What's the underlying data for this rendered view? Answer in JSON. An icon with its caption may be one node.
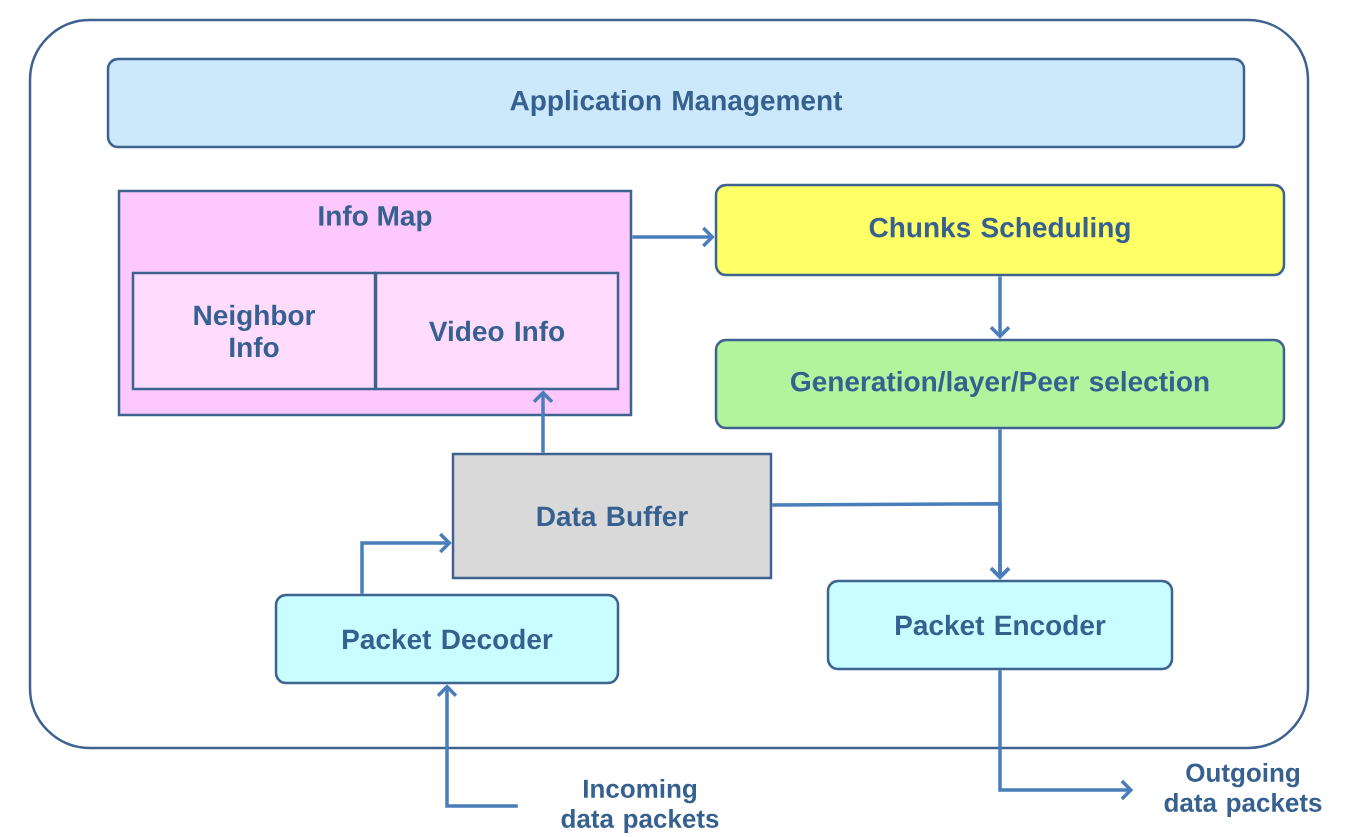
{
  "diagram": {
    "nodes": [
      {
        "text": [],
        "shape": "box"
      },
      {
        "text": [
          "Application Management"
        ],
        "in": 0
      },
      {
        "text": [
          "Info Map"
        ],
        "in": 0
      },
      {
        "text": [
          "Neighbor Info"
        ],
        "in": 2
      },
      {
        "text": [
          "Video Info"
        ],
        "in": 2
      },
      {
        "text": [
          "Chunks Scheduling"
        ],
        "in": 0
      },
      {
        "text": [
          "Generation/layer/Peer selection"
        ],
        "in": 0
      },
      {
        "text": [
          "Data Buffer"
        ],
        "in": 0
      },
      {
        "text": [
          "Packet Decoder"
        ],
        "in": 0
      },
      {
        "text": [
          "Packet Encoder"
        ],
        "in": 0
      },
      {
        "text": [
          "Incoming data packets"
        ]
      },
      {
        "text": [
          "Outgoing data packets"
        ]
      }
    ],
    "edges": [
      {
        "from": 2,
        "to": 5,
        "arrow": "to"
      },
      {
        "from": 5,
        "to": 6,
        "arrow": "to"
      },
      {
        "from": 6,
        "to": 9,
        "arrow": "to"
      },
      {
        "from": 7,
        "to": 9,
        "arrow": "to"
      },
      {
        "from": 7,
        "to": 4,
        "arrow": "to"
      },
      {
        "from": 8,
        "to": 7,
        "arrow": "to"
      },
      {
        "from": 10,
        "to": 8,
        "arrow": "to"
      },
      {
        "from": 9,
        "to": 11,
        "arrow": "to"
      }
    ]
  }
}
